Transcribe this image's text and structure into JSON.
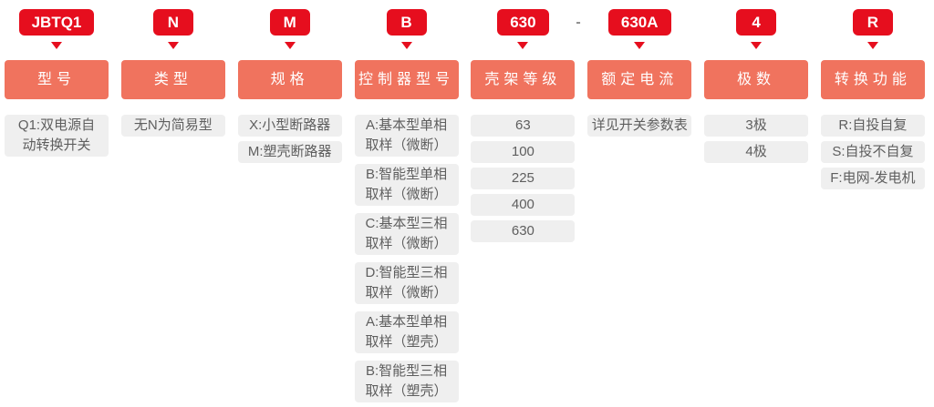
{
  "colors": {
    "badge_red": "#e60e1e",
    "header_bar": "#f0735e",
    "option_bg": "#efefef",
    "option_text": "#5e5e5e"
  },
  "separator": "-",
  "columns": [
    {
      "code": "JBTQ1",
      "category": "型号",
      "options": [
        "Q1:双电源自\n动转换开关"
      ]
    },
    {
      "code": "N",
      "category": "类型",
      "options": [
        "无N为简易型"
      ]
    },
    {
      "code": "M",
      "category": "规格",
      "options": [
        "X:小型断路器",
        "M:塑壳断路器"
      ]
    },
    {
      "code": "B",
      "category": "控制器型号",
      "options": [
        "A:基本型单相\n取样（微断）",
        "B:智能型单相\n取样（微断）",
        "C:基本型三相\n取样（微断）",
        "D:智能型三相\n取样（微断）",
        "A:基本型单相\n取样（塑壳）",
        "B:智能型三相\n取样（塑壳）"
      ]
    },
    {
      "code": "630",
      "category": "壳架等级",
      "options": [
        "63",
        "100",
        "225",
        "400",
        "630"
      ]
    },
    {
      "code": "630A",
      "category": "额定电流",
      "options": [
        "详见开关参数表"
      ]
    },
    {
      "code": "4",
      "category": "极数",
      "options": [
        "3极",
        "4极"
      ]
    },
    {
      "code": "R",
      "category": "转换功能",
      "options": [
        "R:自投自复",
        "S:自投不自复",
        "F:电网-发电机"
      ]
    }
  ]
}
